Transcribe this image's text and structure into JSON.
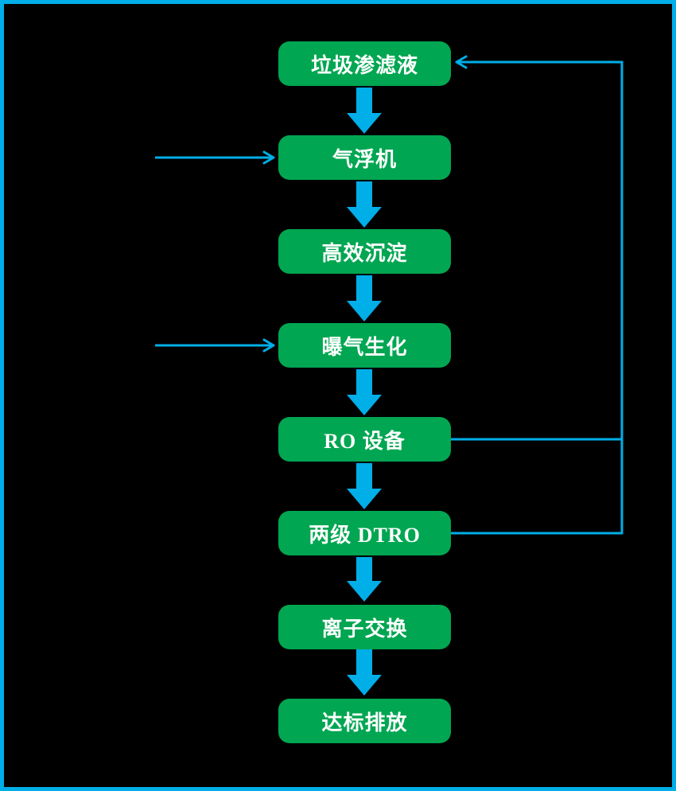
{
  "diagram": {
    "type": "flowchart",
    "nodes": [
      {
        "id": "leachate",
        "label": "垃圾渗滤液"
      },
      {
        "id": "flotation",
        "label": "气浮机"
      },
      {
        "id": "sedimentation",
        "label": "高效沉淀"
      },
      {
        "id": "aeration",
        "label": "曝气生化"
      },
      {
        "id": "ro-unit",
        "label": "RO 设备"
      },
      {
        "id": "dtro",
        "label": "两级 DTRO"
      },
      {
        "id": "ion-exchange",
        "label": "离子交换"
      },
      {
        "id": "discharge",
        "label": "达标排放"
      }
    ],
    "edges": [
      {
        "from": "leachate",
        "to": "flotation",
        "style": "thick-down-arrow"
      },
      {
        "from": "flotation",
        "to": "sedimentation",
        "style": "thick-down-arrow"
      },
      {
        "from": "sedimentation",
        "to": "aeration",
        "style": "thick-down-arrow"
      },
      {
        "from": "aeration",
        "to": "ro-unit",
        "style": "thick-down-arrow"
      },
      {
        "from": "ro-unit",
        "to": "dtro",
        "style": "thick-down-arrow"
      },
      {
        "from": "dtro",
        "to": "ion-exchange",
        "style": "thick-down-arrow"
      },
      {
        "from": "ion-exchange",
        "to": "discharge",
        "style": "thick-down-arrow"
      },
      {
        "from": "external-left",
        "to": "flotation",
        "style": "thin-arrow"
      },
      {
        "from": "external-left",
        "to": "aeration",
        "style": "thin-arrow"
      },
      {
        "from": "ro-unit",
        "to": "leachate",
        "style": "thin-recycle-line"
      },
      {
        "from": "dtro",
        "to": "leachate",
        "style": "thin-recycle-arrow"
      }
    ]
  },
  "theme": {
    "bg": "#000000",
    "green": "#00A651",
    "blue": "#00AEE8",
    "text": "#FFFFFF"
  }
}
